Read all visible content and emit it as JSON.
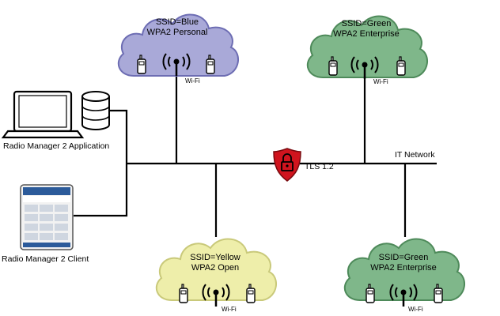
{
  "clouds": [
    {
      "id": "blue",
      "ssid": "SSID=Blue",
      "security": "WPA2 Personal",
      "wifi": "Wi-Fi",
      "fill": "#a9a9d8",
      "stroke": "#6d6db3"
    },
    {
      "id": "green1",
      "ssid": "SSID=Green",
      "security": "WPA2 Enterprise",
      "wifi": "Wi-Fi",
      "fill": "#7fb78a",
      "stroke": "#4e8a5a"
    },
    {
      "id": "yellow",
      "ssid": "SSID=Yellow",
      "security": "WPA2 Open",
      "wifi": "Wi-Fi",
      "fill": "#eeeeaa",
      "stroke": "#c9c97a"
    },
    {
      "id": "green2",
      "ssid": "SSID=Green",
      "security": "WPA2 Enterprise",
      "wifi": "Wi-Fi",
      "fill": "#7fb78a",
      "stroke": "#4e8a5a"
    }
  ],
  "app_label": "Radio Manager 2 Application",
  "client_label": "Radio Manager 2 Client",
  "network_label": "IT Network",
  "tls_label": "TLS 1.2",
  "colors": {
    "shield": "#d0141e",
    "line": "#000000",
    "phone_screen": "#2c5b9a"
  }
}
